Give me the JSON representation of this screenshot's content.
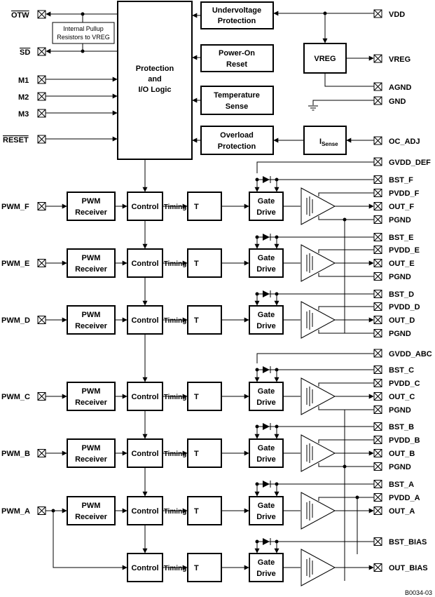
{
  "pins_left": {
    "otw": "OTW",
    "sd": "SD",
    "m1": "M1",
    "m2": "M2",
    "m3": "M3",
    "reset": "RESET"
  },
  "pins_right": {
    "vdd": "VDD",
    "vreg": "VREG",
    "agnd": "AGND",
    "gnd": "GND",
    "oc_adj": "OC_ADJ",
    "gvdd_def": "GVDD_DEF",
    "gvdd_abc": "GVDD_ABC"
  },
  "blocks": {
    "protection_line1": "Protection",
    "protection_line2": "and",
    "protection_line3": "I/O Logic",
    "pullup_line1": "Internal Pullup",
    "pullup_line2": "Resistors to VREG",
    "uv_line1": "Undervoltage",
    "uv_line2": "Protection",
    "por_line1": "Power-On",
    "por_line2": "Reset",
    "temp_line1": "Temperature",
    "temp_line2": "Sense",
    "ol_line1": "Overload",
    "ol_line2": "Protection",
    "vreg": "VREG",
    "isense_main": "I",
    "isense_sub": "Sense"
  },
  "channel_blocks": {
    "pwm_line1": "PWM",
    "pwm_line2": "Receiver",
    "control": "Control",
    "timing": "Timing",
    "timing_short": "T",
    "gate_line1": "Gate",
    "gate_line2": "Drive"
  },
  "channels": [
    {
      "input": "PWM_F",
      "bst": "BST_F",
      "pvdd": "PVDD_F",
      "out": "OUT_F",
      "pgnd": "PGND"
    },
    {
      "input": "PWM_E",
      "bst": "BST_E",
      "pvdd": "PVDD_E",
      "out": "OUT_E",
      "pgnd": "PGND"
    },
    {
      "input": "PWM_D",
      "bst": "BST_D",
      "pvdd": "PVDD_D",
      "out": "OUT_D",
      "pgnd": "PGND"
    },
    {
      "input": "PWM_C",
      "bst": "BST_C",
      "pvdd": "PVDD_C",
      "out": "OUT_C",
      "pgnd": "PGND"
    },
    {
      "input": "PWM_B",
      "bst": "BST_B",
      "pvdd": "PVDD_B",
      "out": "OUT_B",
      "pgnd": "PGND"
    },
    {
      "input": "PWM_A",
      "bst": "BST_A",
      "pvdd": "PVDD_A",
      "out": "OUT_A",
      "pgnd": ""
    },
    {
      "input": "",
      "bst": "BST_BIAS",
      "pvdd": "",
      "out": "OUT_BIAS",
      "pgnd": ""
    }
  ],
  "figure_id": "B0034-03"
}
